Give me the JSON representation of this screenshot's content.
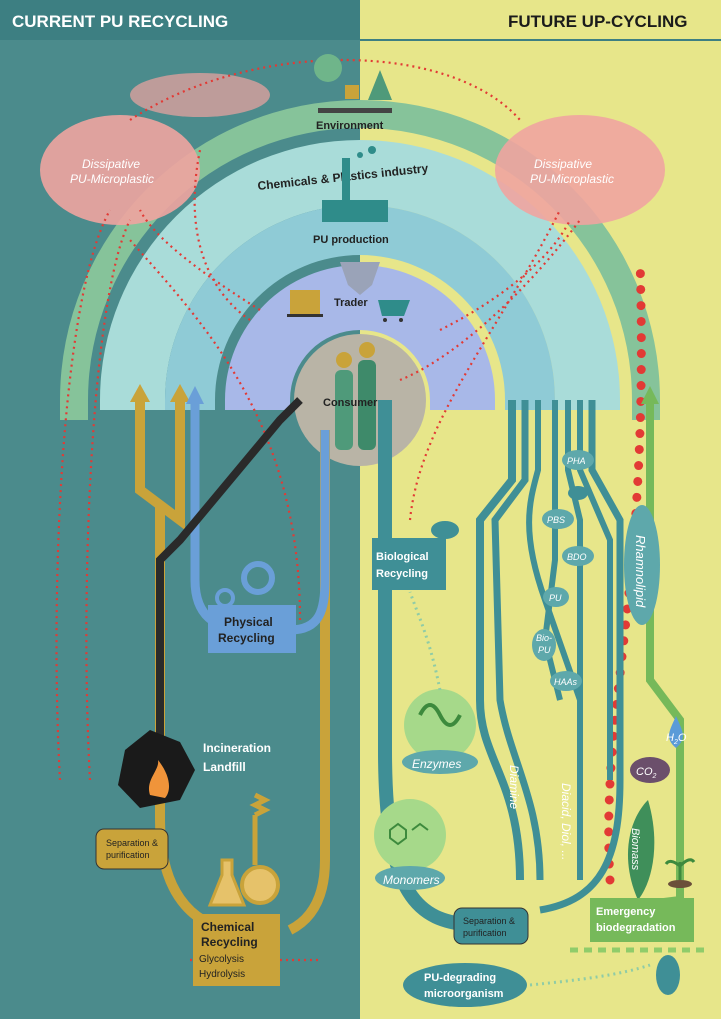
{
  "header": {
    "left_title": "CURRENT PU RECYCLING",
    "right_title": "FUTURE UP-CYCLING"
  },
  "colors": {
    "left_bg": "#4b8b8c",
    "right_bg": "#e7e68a",
    "header_left": "#3d7f82",
    "gold": "#c9a33a",
    "blue": "#6a9fd8",
    "teal": "#3f8f96",
    "green": "#76b95a",
    "red_dots": "#e23a35",
    "microplastic": "#f0a4a0"
  },
  "arcs": {
    "environment": "Environment",
    "industry": "Chemicals & Plastics industry",
    "production": "PU production",
    "trader": "Trader",
    "consumer": "Consumer"
  },
  "microplastic": {
    "left": [
      "Dissipative",
      "PU-Microplastic"
    ],
    "right": [
      "Dissipative",
      "PU-Microplastic"
    ]
  },
  "left": {
    "physical": [
      "Physical",
      "Recycling"
    ],
    "incineration": [
      "Incineration",
      "Landfill"
    ],
    "separation": [
      "Separation &",
      "purification"
    ],
    "chemical": [
      "Chemical",
      "Recycling"
    ],
    "chemical_methods": [
      "Glycolysis",
      "Hydrolysis"
    ]
  },
  "right": {
    "biological": [
      "Biological",
      "Recycling"
    ],
    "enzymes": "Enzymes",
    "monomers": "Monomers",
    "diamine": "Diamine",
    "diacid": "Diacid, Diol, ...",
    "products": [
      "PHA",
      "PBS",
      "BDO",
      "PU",
      "Bio-",
      "PU",
      "HAAs"
    ],
    "rhamnolipid": "Rhamnolipid",
    "h2o": "H",
    "h2o_sub": "2",
    "h2o_o": "O",
    "co2": "CO",
    "co2_sub": "2",
    "biomass": "Biomass",
    "separation": [
      "Separation &",
      "purification"
    ],
    "emergency": [
      "Emergency",
      "biodegradation"
    ],
    "microorganism": [
      "PU-degrading",
      "microorganism"
    ]
  }
}
